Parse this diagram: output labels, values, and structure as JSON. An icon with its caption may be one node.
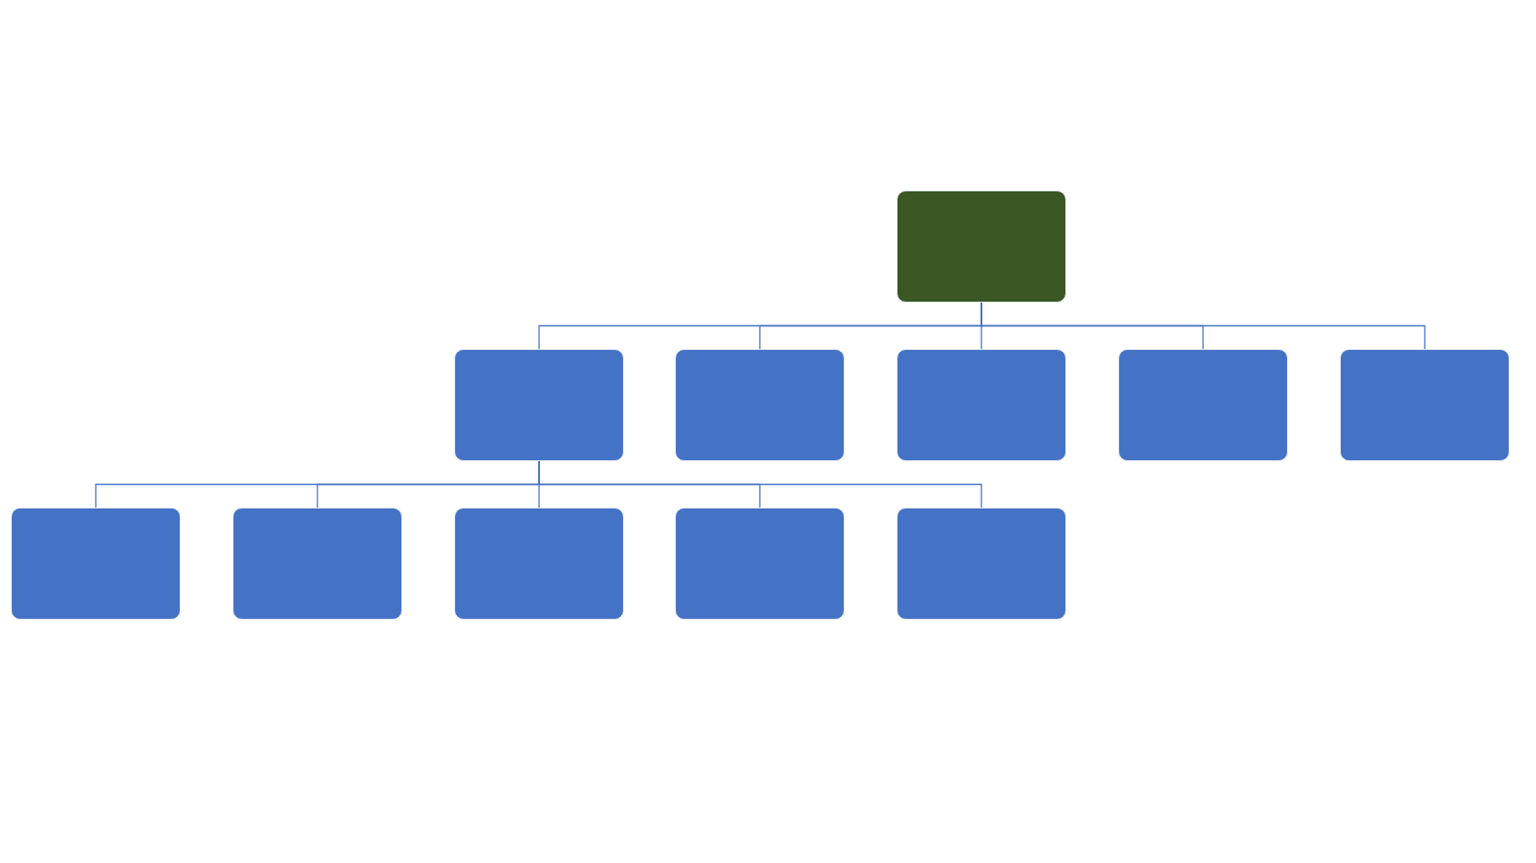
{
  "diagram": {
    "nodes": [
      {
        "text": [],
        "shape": "box"
      },
      {
        "text": [],
        "shape": "box"
      },
      {
        "text": [],
        "shape": "box"
      },
      {
        "text": [],
        "shape": "box"
      },
      {
        "text": [],
        "shape": "box"
      },
      {
        "text": [],
        "shape": "box"
      },
      {
        "text": [],
        "shape": "box"
      },
      {
        "text": [],
        "shape": "box"
      },
      {
        "text": [],
        "shape": "box"
      },
      {
        "text": [],
        "shape": "box"
      },
      {
        "text": [],
        "shape": "box"
      }
    ],
    "edges": [
      {
        "from": 0,
        "to": 1,
        "arrow": "none"
      },
      {
        "from": 0,
        "to": 2,
        "arrow": "none"
      },
      {
        "from": 0,
        "to": 3,
        "arrow": "none"
      },
      {
        "from": 0,
        "to": 4,
        "arrow": "none"
      },
      {
        "from": 0,
        "to": 5,
        "arrow": "none"
      },
      {
        "from": 1,
        "to": 6,
        "arrow": "none"
      },
      {
        "from": 1,
        "to": 7,
        "arrow": "none"
      },
      {
        "from": 1,
        "to": 8,
        "arrow": "none"
      },
      {
        "from": 1,
        "to": 9,
        "arrow": "none"
      },
      {
        "from": 1,
        "to": 10,
        "arrow": "none"
      }
    ]
  }
}
